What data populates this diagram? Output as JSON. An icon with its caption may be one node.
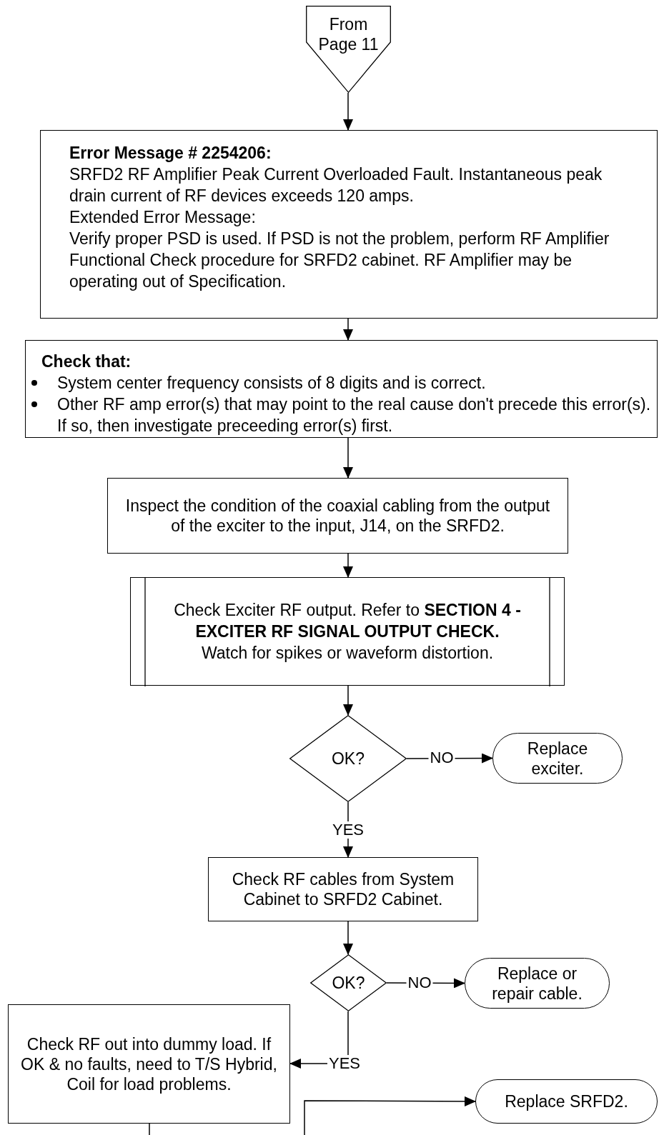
{
  "diagram": {
    "nodes": [
      {
        "text": [
          "From Page 11"
        ]
      },
      {
        "text": [
          "Error Message # 2254206:",
          "SRFD2 RF Amplifier Peak Current Overloaded Fault. Instantaneous peak drain current of RF devices exceeds 120 amps.",
          "Extended Error Message:",
          "Verify proper PSD is used. If PSD is not the problem, perform RF Amplifier Functional Check procedure for SRFD2 cabinet. RF Amplifier may be operating out of Specification."
        ]
      },
      {
        "text": [
          "Check that:",
          "System center frequency consists of 8 digits and is correct.",
          "Other RF amp error(s) that may point to the real cause don't precede this error(s). If so, then investigate preceeding error(s) first."
        ]
      },
      {
        "text": [
          "Inspect the condition of the coaxial cabling from the output of the exciter to the input, J14, on the SRFD2."
        ]
      },
      {
        "text": [
          "Check Exciter RF output. Refer to **SECTION 4 - EXCITER RF SIGNAL OUTPUT CHECK.**",
          "Watch for spikes or waveform distortion."
        ]
      },
      {
        "text": [
          "OK?"
        ]
      },
      {
        "text": [
          "Replace exciter."
        ]
      },
      {
        "text": [
          "Check RF cables from System Cabinet to SRFD2 Cabinet."
        ]
      },
      {
        "text": [
          "OK?"
        ]
      },
      {
        "text": [
          "Replace or repair cable."
        ]
      },
      {
        "text": [
          "Check RF out into dummy load. If OK & no faults, need to T/S Hybrid, Coil for load problems."
        ]
      },
      {
        "text": [
          "Replace SRFD2."
        ]
      }
    ],
    "edges": [
      {
        "from": 0,
        "to": 1,
        "arrow": "to"
      },
      {
        "from": 1,
        "to": 2,
        "arrow": "to"
      },
      {
        "from": 2,
        "to": 3,
        "arrow": "to"
      },
      {
        "from": 3,
        "to": 4,
        "arrow": "to"
      },
      {
        "from": 4,
        "to": 5,
        "arrow": "to"
      },
      {
        "from": 5,
        "to": 6,
        "arrow": "to",
        "label": "NO"
      },
      {
        "from": 5,
        "to": 7,
        "arrow": "to",
        "label": "YES"
      },
      {
        "from": 7,
        "to": 8,
        "arrow": "to"
      },
      {
        "from": 8,
        "to": 9,
        "arrow": "to",
        "label": "NO"
      },
      {
        "from": 8,
        "to": 10,
        "arrow": "to",
        "label": "YES"
      },
      {
        "from": null,
        "to": 11,
        "arrow": "to"
      },
      {
        "from": 10,
        "to": null,
        "arrow": "none"
      }
    ]
  }
}
